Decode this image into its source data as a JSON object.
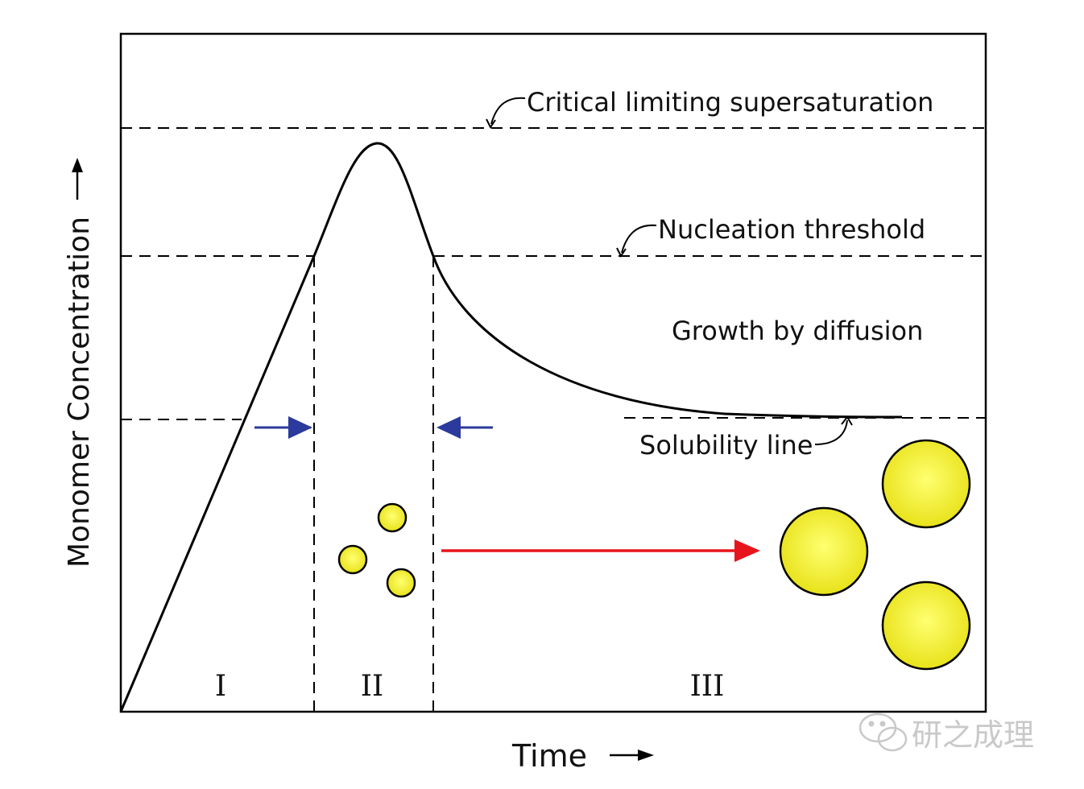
{
  "labels": {
    "critical": "Critical limiting supersaturation",
    "nucleation": "Nucleation threshold",
    "growth": "Growth by diffusion",
    "solubility": "Solubility line",
    "yaxis": "Monomer Concentration",
    "xaxis": "Time"
  },
  "stages": [
    "I",
    "II",
    "III"
  ],
  "watermark": "研之成理",
  "colors": {
    "stroke": "#000000",
    "blue_arrow": "#2b3a9c",
    "red_arrow": "#e8141c",
    "particle_fill": "#f6f21d",
    "particle_center": "#ffff66",
    "watermark": "#c9c9c9"
  },
  "icons": [
    "wechat-icon",
    "arrow-right-icon",
    "arrow-up-icon"
  ]
}
